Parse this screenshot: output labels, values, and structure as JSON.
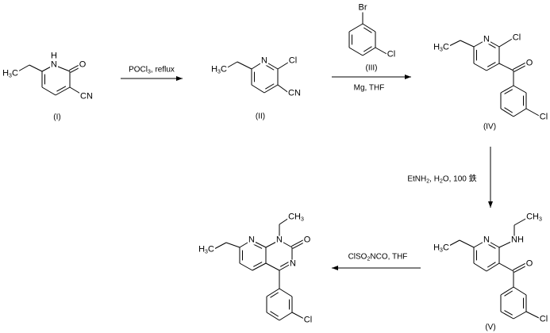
{
  "compounds": {
    "I": {
      "id": "(I)",
      "h": "H",
      "n": "N",
      "o": "O",
      "cn": "CN",
      "h3c": {
        "a": "H",
        "sub": "3",
        "b": "C"
      }
    },
    "II": {
      "id": "(II)",
      "n": "N",
      "cl": "Cl",
      "cn": "CN",
      "h3c": {
        "a": "H",
        "sub": "3",
        "b": "C"
      }
    },
    "III": {
      "id": "(III)",
      "br": "Br",
      "cl": "Cl"
    },
    "IV": {
      "id": "(IV)",
      "n": "N",
      "cl": "Cl",
      "o": "O",
      "cl2": "Cl",
      "h3c": {
        "a": "H",
        "sub": "3",
        "b": "C"
      }
    },
    "V": {
      "id": "(V)",
      "n": "N",
      "nh": "NH",
      "ch3": {
        "a": "CH",
        "sub": "3"
      },
      "o": "O",
      "cl": "Cl",
      "h3c": {
        "a": "H",
        "sub": "3",
        "b": "C"
      }
    },
    "VI": {
      "n8": "N",
      "n1": "N",
      "n3": "N",
      "o": "O",
      "cl": "Cl",
      "ch3": {
        "a": "CH",
        "sub": "3"
      },
      "h3c": {
        "a": "H",
        "sub": "3",
        "b": "C"
      }
    }
  },
  "reagents": {
    "step1": {
      "a": "POCl",
      "sub": "3",
      "b": ", reflux"
    },
    "step2": {
      "text": "Mg, THF"
    },
    "step3": {
      "a": "EtNH",
      "sub1": "2",
      "b": ", H",
      "sub2": "2",
      "c": "O, 100 鉄"
    },
    "step4": {
      "a": "ClSO",
      "sub": "2",
      "b": "NCO, THF"
    }
  }
}
